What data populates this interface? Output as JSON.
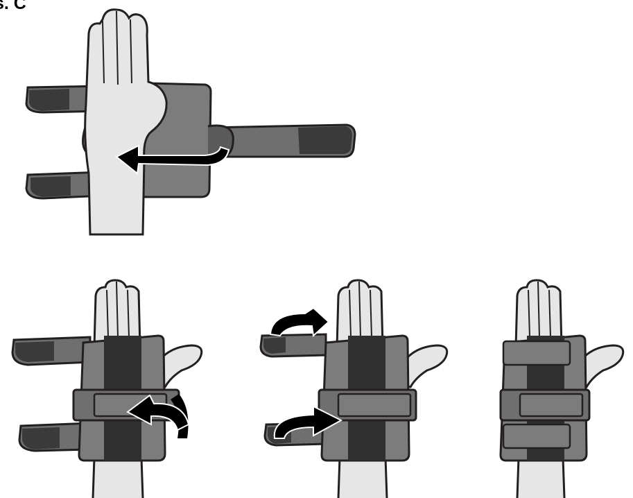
{
  "figure": {
    "label": "Rys. C"
  },
  "colors": {
    "skin": "#e6e6e6",
    "outline": "#231f20",
    "brace_body": "#7c7c7c",
    "brace_dark": "#2f2f2f",
    "strap": "#6f6f6f",
    "strap_tab": "#3a3a3a",
    "arrow": "#000000"
  },
  "steps": [
    {
      "name": "step-1",
      "description_icon": "hand-on-open-brace"
    },
    {
      "name": "step-2",
      "description_icon": "brace-middle-strap-wrap"
    },
    {
      "name": "step-3",
      "description_icon": "brace-outer-straps-fold"
    },
    {
      "name": "step-4",
      "description_icon": "brace-fastened"
    }
  ]
}
